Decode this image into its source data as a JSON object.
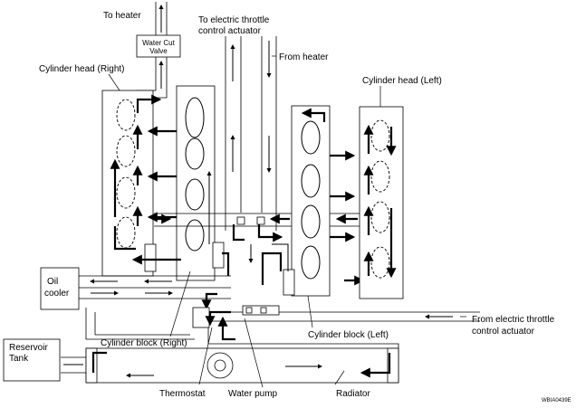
{
  "labels": {
    "to_heater": "To heater",
    "water_cut_valve_1": "Water Cut",
    "water_cut_valve_2": "Valve",
    "to_throttle_1": "To electric throttle",
    "to_throttle_2": "control actuator",
    "from_heater": "From heater",
    "cyl_head_right": "Cylinder head (Right)",
    "cyl_head_left": "Cylinder head (Left)",
    "oil_cooler_1": "Oil",
    "oil_cooler_2": "cooler",
    "reservoir_1": "Reservoir",
    "reservoir_2": "Tank",
    "cyl_block_right": "Cylinder block (Right)",
    "cyl_block_left": "Cylinder block (Left)",
    "from_throttle_1": "From electric throttle",
    "from_throttle_2": "control actuator",
    "thermostat": "Thermostat",
    "water_pump": "Water pump",
    "radiator": "Radiator",
    "figure_code": "WBIA0439E"
  }
}
